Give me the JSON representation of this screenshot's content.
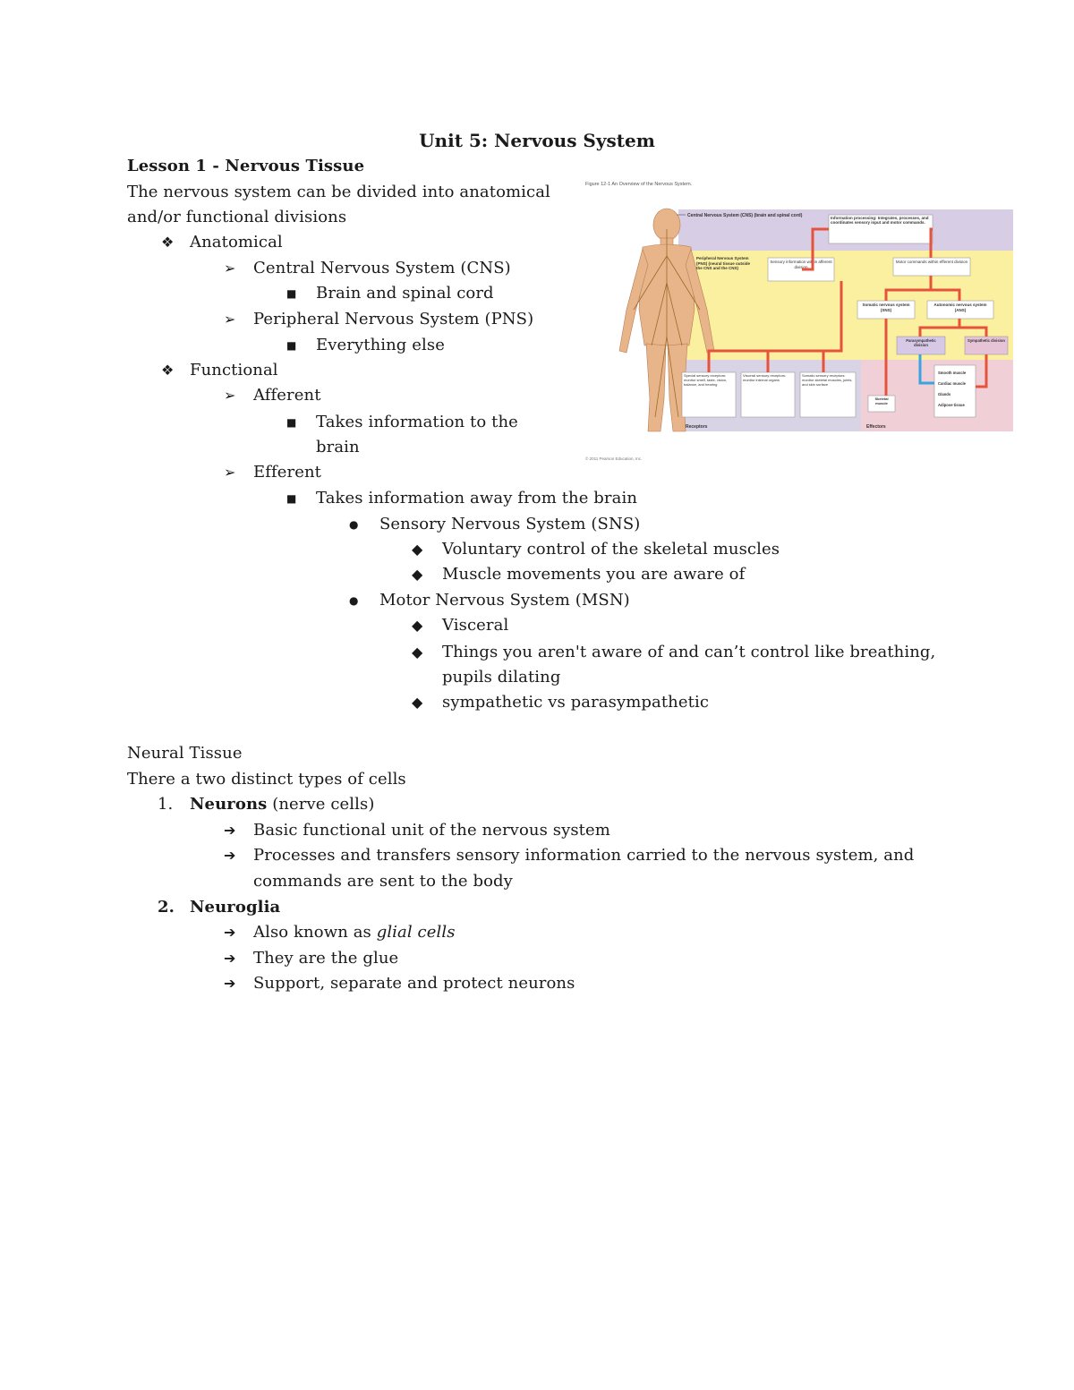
{
  "title": "Unit 5: Nervous System",
  "lesson_heading": "Lesson 1 - Nervous Tissue",
  "intro": [
    "The nervous system can be divided into anatomical",
    "and/or functional divisions"
  ],
  "outline": {
    "anatomical": "Anatomical",
    "cns": "Central Nervous System (CNS)",
    "cns_detail": "Brain and spinal cord",
    "pns": "Peripheral Nervous System (PNS)",
    "pns_detail": "Everything else",
    "functional": "Functional",
    "afferent": "Afferent",
    "afferent_detail": [
      "Takes information to the",
      "brain"
    ],
    "efferent": "Efferent",
    "efferent_detail": "Takes information away from the brain",
    "sns": "Sensory Nervous System (SNS)",
    "sns_items": [
      "Voluntary control of the skeletal muscles",
      "Muscle movements you are aware of"
    ],
    "msn": "Motor Nervous System (MSN)",
    "msn_items": [
      "Visceral",
      "Things you aren't aware of and can’t control like breathing,",
      "pupils dilating",
      "sympathetic vs parasympathetic"
    ]
  },
  "neural": {
    "heading": "Neural Tissue",
    "intro": "There a two distinct types of cells",
    "item1_num": "1.",
    "item1_bold": "Neurons",
    "item1_rest": " (nerve cells)",
    "item1_points": [
      "Basic functional unit of the nervous system",
      "Processes and transfers sensory information carried to the nervous system, and",
      "commands are sent to the body"
    ],
    "item2_num": "2.",
    "item2_bold": "Neuroglia",
    "item2_p1_pre": "Also known as ",
    "item2_p1_it": "glial cells",
    "item2_points": [
      "They are the glue",
      "Support, separate and protect neurons"
    ]
  },
  "figure": {
    "caption": "Figure 12-1 An Overview of the Nervous System.",
    "cns_label": "Central Nervous System (CNS) (brain and spinal cord)",
    "integration": "Information processing: Integrates, processes, and coordinates sensory input and motor commands.",
    "pns_label": "Peripheral Nervous System (PNS) (neural tissue outside the CNS and the CNS)",
    "sensory_info": "Sensory information within afferent division",
    "motor_commands": "Motor commands within efferent division",
    "somatic": "Somatic nervous system (SNS)",
    "autonomic": "Autonomic nervous system (ANS)",
    "parasympathetic": "Parasympathetic division",
    "sympathetic": "Sympathetic division",
    "receptor_boxes": [
      "Special sensory receptors: monitor smell, taste, vision, balance, and hearing",
      "Visceral sensory receptors: monitor internal organs",
      "Somatic sensory receptors: monitor skeletal muscles, joints, and skin surface"
    ],
    "effector_list": [
      "Smooth muscle",
      "Cardiac muscle",
      "Glands",
      "Adipose tissue"
    ],
    "skeletal": "Skeletal muscle",
    "receptors": "Receptors",
    "effectors": "Effectors",
    "credit": "© 2011 Pearson Education, Inc.",
    "colors": {
      "cns_band": "#d7cde4",
      "pns_band": "#fbf0a0",
      "effector_band": "#f0cfd6",
      "arrow": "#e5533d",
      "blue_arrow": "#3aa3e0"
    }
  }
}
